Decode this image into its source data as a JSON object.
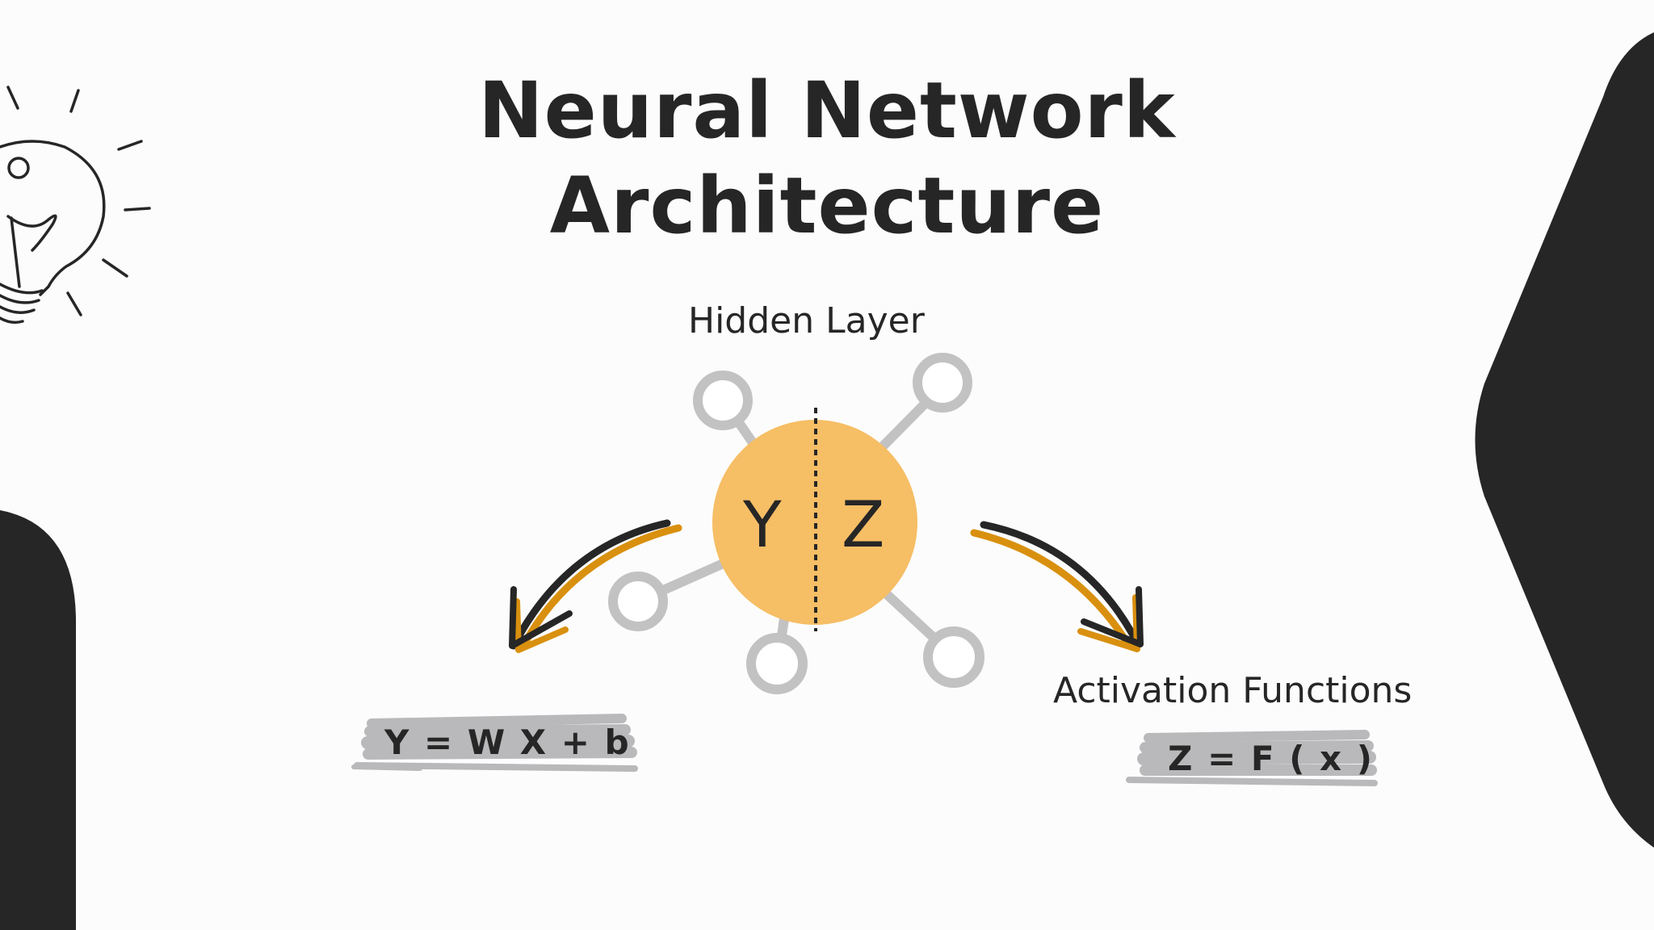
{
  "title": {
    "line1": "Neural Network",
    "line2": "Architecture"
  },
  "labels": {
    "hidden_layer": "Hidden Layer",
    "activation_functions": "Activation Functions"
  },
  "node": {
    "left_letter": "Y",
    "right_letter": "Z"
  },
  "formulas": {
    "linear": "Y = W X + b",
    "activation": "Z = F ( x )"
  },
  "colors": {
    "node_fill": "#f6be65",
    "connector": "#c2c2c2",
    "dark": "#262626",
    "arrow_accent": "#d9900f",
    "highlight": "#b9b9bb"
  },
  "icons": [
    "lightbulb-icon",
    "curved-arrow-left-icon",
    "curved-arrow-right-icon"
  ]
}
